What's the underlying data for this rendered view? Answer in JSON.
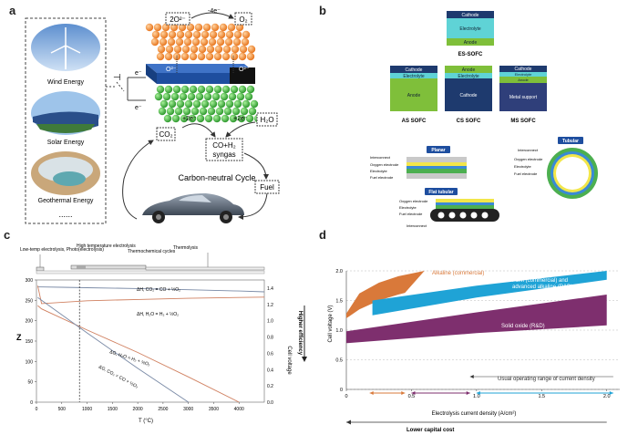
{
  "panel_labels": {
    "a": "a",
    "b": "b",
    "c": "c",
    "d": "d"
  },
  "panel_a": {
    "sources": [
      "Wind Energy",
      "Solar Energy",
      "Geothermal Energy"
    ],
    "ellipsis": "......",
    "electron": "e⁻",
    "o2_minus": "2O²⁻",
    "minus4e": "-4e⁻",
    "o2": "O₂",
    "o_ion_left": "O²⁻",
    "o_ion_right": "O²⁻",
    "co2": "CO₂",
    "h2o": "H₂O",
    "plus2e_left": "+2e⁻",
    "plus2e_right": "+2e⁻",
    "syngas_line1": "CO+H₂",
    "syngas_line2": "syngas",
    "cycle": "Carbon-neutral Cycle",
    "fuel": "Fuel"
  },
  "panel_b": {
    "es": {
      "cathode": "Cathode",
      "electrolyte": "Electrolyte",
      "anode": "Anode",
      "name": "ES-SOFC"
    },
    "as": {
      "cathode": "Cathode",
      "electrolyte": "Electrolyte",
      "anode": "Anode",
      "name": "AS SOFC"
    },
    "cs": {
      "anode": "Anode",
      "electrolyte": "Electrolyte",
      "cathode": "Cathode",
      "name": "CS SOFC"
    },
    "ms": {
      "cathode": "Cathode",
      "electrolyte": "Electrolyte",
      "anode": "Anode",
      "support": "Metal support",
      "name": "MS SOFC"
    },
    "planar": {
      "title": "Planar",
      "labels": [
        "Interconnect",
        "Oxygen electrode",
        "Electrolyte",
        "Fuel electrode"
      ]
    },
    "tubular": {
      "title": "Tubular",
      "labels": [
        "Interconnect",
        "Oxygen electrode",
        "Electrolyte",
        "Fuel electrode"
      ]
    },
    "flat": {
      "title": "Flat tubular",
      "labels": [
        "Oxygen electrode",
        "Electrolyte",
        "Fuel electrode",
        "Interconnect"
      ]
    }
  },
  "panel_c": {
    "categories": [
      "Low-temp electrolysis, Photo(electrolysis)",
      "High temperature electrolysis",
      "Thermochemical cycles",
      "Thermolysis"
    ],
    "chart_data": {
      "type": "line",
      "xlabel": "T (°C)",
      "ylabel": "Z",
      "y2label": "Cell voltage",
      "arrow_label": "Higher efficiency",
      "xlim": [
        0,
        4500
      ],
      "xticks": [
        "0",
        "500",
        "1000",
        "1500",
        "2000",
        "2500",
        "3000",
        "3500",
        "4000"
      ],
      "ylim": [
        0,
        300
      ],
      "yticks": [
        "0",
        "50",
        "100",
        "150",
        "200",
        "250",
        "300"
      ],
      "y2ticks": [
        "0.0",
        "0.2",
        "0.4",
        "0.6",
        "0.8",
        "1.0",
        "1.2",
        "1.4"
      ],
      "series": [
        {
          "name": "ΔH, CO₂ = CO + ½O₂",
          "color": "#7a8aa6",
          "points": [
            [
              25,
              283
            ],
            [
              500,
              282
            ],
            [
              1000,
              281
            ],
            [
              2000,
              279
            ],
            [
              3000,
              276
            ],
            [
              4000,
              273
            ],
            [
              4500,
              271
            ]
          ]
        },
        {
          "name": "ΔH, H₂O = H₂ + ½O₂",
          "color": "#d08060",
          "points": [
            [
              25,
              286
            ],
            [
              100,
              242
            ],
            [
              1000,
              249
            ],
            [
              2000,
              252
            ],
            [
              3000,
              255
            ],
            [
              4000,
              257
            ],
            [
              4500,
              258
            ]
          ]
        },
        {
          "name": "ΔG, H₂O = H₂ + ½O₂",
          "color": "#d08060",
          "points": [
            [
              25,
              237
            ],
            [
              100,
              229
            ],
            [
              1000,
              177
            ],
            [
              2000,
              122
            ],
            [
              3000,
              62
            ],
            [
              4000,
              0
            ]
          ]
        },
        {
          "name": "ΔG, CO₂ = CO + ½O₂",
          "color": "#7a8aa6",
          "points": [
            [
              25,
              257
            ],
            [
              1000,
              170
            ],
            [
              2000,
              83
            ],
            [
              3000,
              0
            ]
          ]
        }
      ],
      "marker_x": 850
    }
  },
  "panel_d": {
    "chart_data": {
      "type": "area",
      "xlabel": "Electrolysis current density (A/cm²)",
      "ylabel": "Cell voltage (V)",
      "xlim": [
        0,
        2.1
      ],
      "ylim": [
        0,
        2.0
      ],
      "xticks": [
        "0",
        "0.5",
        "1.0",
        "1.5",
        "2.0"
      ],
      "yticks": [
        "0",
        "0.5",
        "1.0",
        "1.5",
        "2.0"
      ],
      "series": [
        {
          "name": "Alkaline (commercial)",
          "color": "#d9793a",
          "upper": [
            [
              0,
              1.28
            ],
            [
              0.1,
              1.62
            ],
            [
              0.25,
              1.8
            ],
            [
              0.4,
              1.91
            ],
            [
              0.6,
              2.0
            ]
          ],
          "lower": [
            [
              0,
              1.2
            ],
            [
              0.1,
              1.35
            ],
            [
              0.25,
              1.5
            ],
            [
              0.4,
              1.6
            ],
            [
              0.45,
              1.63
            ]
          ]
        },
        {
          "name": "PEM (commercial) and advanced alkaline (R&D)",
          "color": "#1fa3d6",
          "upper": [
            [
              0.2,
              1.5
            ],
            [
              1.0,
              1.75
            ],
            [
              2.0,
              2.0
            ]
          ],
          "lower": [
            [
              0.2,
              1.25
            ],
            [
              1.0,
              1.55
            ],
            [
              2.0,
              1.85
            ]
          ]
        },
        {
          "name": "Solid oxide (R&D)",
          "color": "#7e2f6e",
          "upper": [
            [
              0,
              0.98
            ],
            [
              1.0,
              1.3
            ],
            [
              2.0,
              1.6
            ]
          ],
          "lower": [
            [
              0,
              0.78
            ],
            [
              1.0,
              0.95
            ],
            [
              2.0,
              1.08
            ]
          ]
        }
      ],
      "operating_range_label": "Usual operating range of current density",
      "arrows": [
        {
          "color": "#d9793a",
          "from": 0.18,
          "to": 0.45
        },
        {
          "color": "#7e2f6e",
          "from": 0.5,
          "to": 0.95
        },
        {
          "color": "#1fa3d6",
          "from": 1.0,
          "to": 2.05
        }
      ],
      "capital_label": "Lower capital cost"
    }
  }
}
